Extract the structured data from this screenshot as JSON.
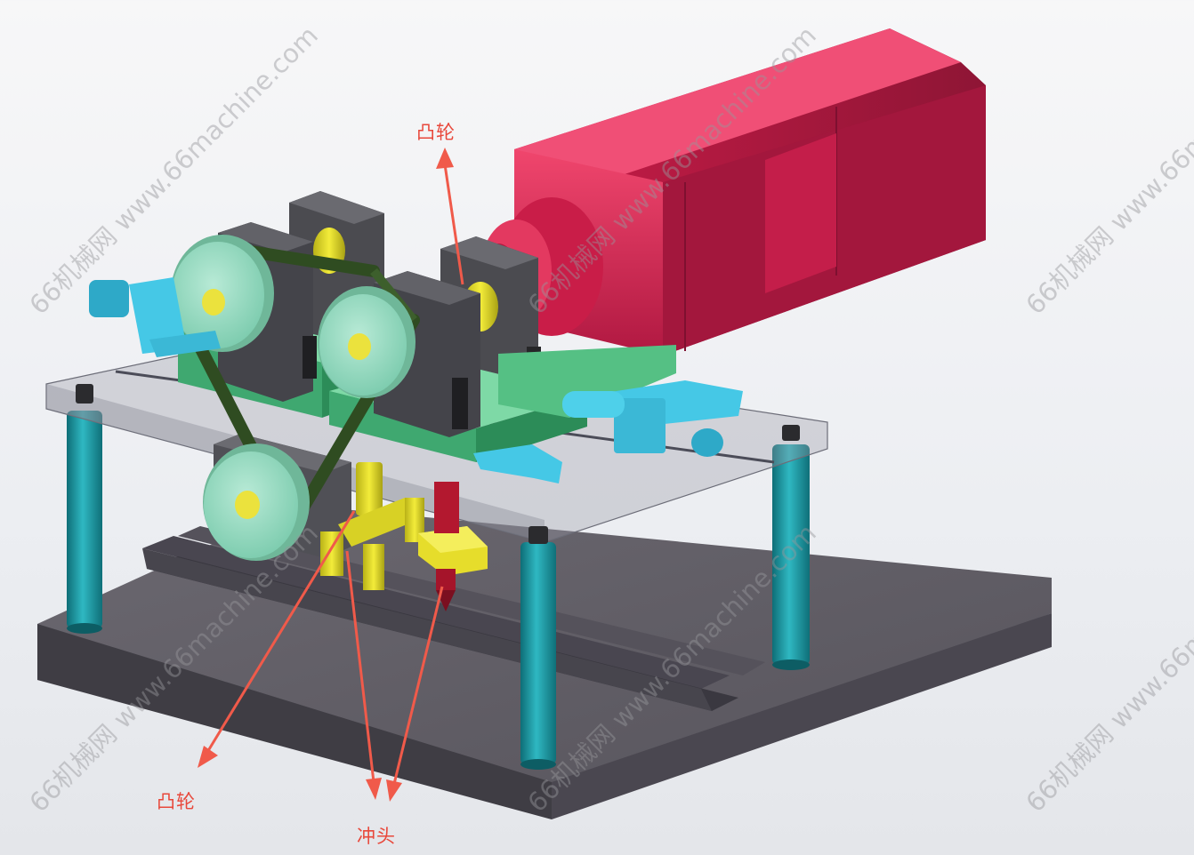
{
  "labels": {
    "cam_top": "凸轮",
    "cam_bottom": "凸轮",
    "punch": "冲头"
  },
  "watermark": {
    "text": "66机械网 www.66machine.com"
  },
  "colors": {
    "label_red": "#e8483b",
    "arrow_red": "#f05a4a",
    "motor_red": "#d9224f",
    "frame_green": "#56c58a",
    "pulley_mint": "#9fdcc2",
    "belt_green": "#3d5f2c",
    "block_gray": "#4a4a4e",
    "column_teal": "#1f9fa8",
    "bracket_cyan": "#3fc3e0",
    "cam_yellow": "#e9e12a",
    "base_gray": "#5b5860"
  }
}
